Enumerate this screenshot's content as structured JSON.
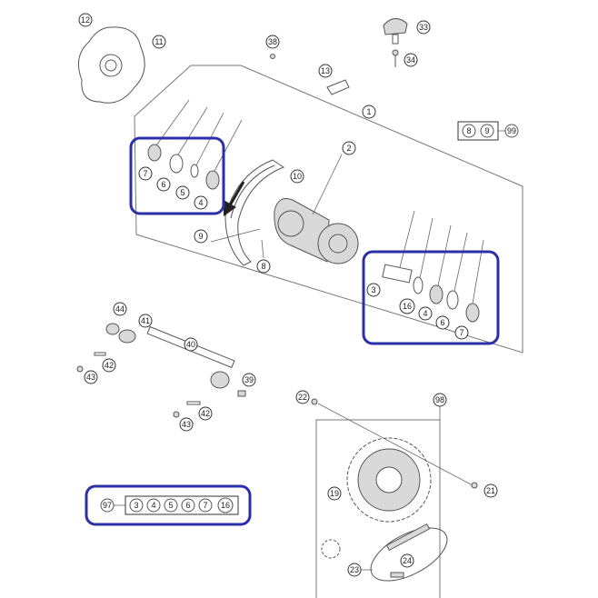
{
  "callouts": {
    "c12": "12",
    "c11": "11",
    "c38": "38",
    "c13": "13",
    "c33": "33",
    "c34": "34",
    "c1": "1",
    "c2": "2",
    "c10": "10",
    "c7a": "7",
    "c6a": "6",
    "c5a": "5",
    "c4a": "4",
    "c9": "9",
    "c8": "8",
    "c3": "3",
    "c16": "16",
    "c4b": "4",
    "c6b": "6",
    "c7b": "7",
    "c44": "44",
    "c41": "41",
    "c40": "40",
    "c42a": "42",
    "c43a": "43",
    "c39": "39",
    "c42b": "42",
    "c43b": "43",
    "c22": "22",
    "c98": "98",
    "c19": "19",
    "c21": "21",
    "c24": "24",
    "c23": "23"
  },
  "kit99": {
    "id": "99",
    "items": [
      "8",
      "9"
    ]
  },
  "kit97": {
    "id": "97",
    "items": [
      "3",
      "4",
      "5",
      "6",
      "7",
      "16"
    ]
  },
  "colors": {
    "highlight": "#2b2fa8",
    "line": "#555555",
    "part_fill": "#d9d9d9"
  }
}
